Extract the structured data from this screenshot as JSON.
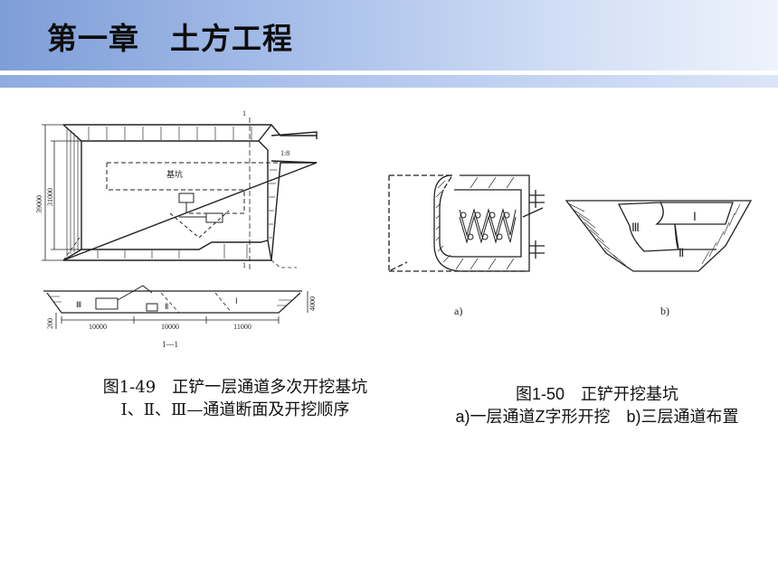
{
  "slide": {
    "title": "第一章　土方工程"
  },
  "figure_left": {
    "drawing_labels": {
      "pit_label": "基坑",
      "dim_39000": "39000",
      "dim_31000": "31000",
      "section_mark_top": "1",
      "section_mark_bottom": "1",
      "slope": "1:8",
      "zone_iii": "Ⅲ",
      "zone_ii": "Ⅱ",
      "zone_i": "Ⅰ",
      "dim_200": "200",
      "dim_4000": "4000",
      "dim_a": "10000",
      "dim_b": "10000",
      "dim_c": "11000",
      "section_caption": "1—1"
    },
    "caption_line1": "图1-49　正铲一层通道多次开挖基坑",
    "caption_line2": "Ⅰ、Ⅱ、Ⅲ—通道断面及开挖顺序"
  },
  "figure_right": {
    "drawing_labels": {
      "sub_a": "a)",
      "sub_b": "b)",
      "zone_iii": "Ⅲ",
      "zone_i": "Ⅰ",
      "zone_ii": "Ⅱ"
    },
    "caption_line1": "图1-50　正铲开挖基坑",
    "caption_line2": "a)一层通道Z字形开挖　b)三层通道布置"
  }
}
